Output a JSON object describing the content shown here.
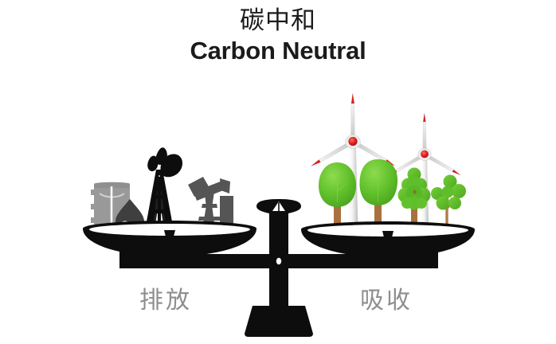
{
  "title": {
    "chinese": "碳中和",
    "english": "Carbon Neutral"
  },
  "labels": {
    "left": "排放",
    "right": "吸收"
  },
  "colors": {
    "background": "#ffffff",
    "title_text": "#1b1b1b",
    "label_text": "#8e8e8e",
    "scale_black": "#0d0d0d",
    "barrel_gray": "#999999",
    "oil_drop_dark": "#3f3f3f",
    "pumpjack_gray": "#555555",
    "derrick_black": "#0d0d0d",
    "tree_green": "#62c12c",
    "tree_green_light": "#7ed13f",
    "tree_green_dark": "#4faa22",
    "trunk_brown": "#a9713f",
    "turbine_white": "#f2f2f2",
    "turbine_gray": "#c9c9c9",
    "turbine_red": "#d81f1f"
  },
  "scene": {
    "left_pan": {
      "name": "emissions-pan",
      "items": [
        {
          "name": "oil-barrel",
          "label": "Oil barrel"
        },
        {
          "name": "oil-drop",
          "label": "Oil droplet"
        },
        {
          "name": "oil-derrick",
          "label": "Oil derrick with gushing oil"
        },
        {
          "name": "pumpjack",
          "label": "Pumpjack"
        }
      ]
    },
    "right_pan": {
      "name": "absorption-pan",
      "items": [
        {
          "name": "tree-broadleaf-1",
          "label": "Broadleaf tree"
        },
        {
          "name": "tree-broadleaf-2",
          "label": "Broadleaf tree"
        },
        {
          "name": "tree-conifer",
          "label": "Conifer tree"
        },
        {
          "name": "tree-shrub",
          "label": "Shrub tree"
        },
        {
          "name": "wind-turbine-1",
          "label": "Wind turbine"
        },
        {
          "name": "wind-turbine-2",
          "label": "Wind turbine"
        }
      ]
    },
    "balance": {
      "name": "balance-scale",
      "parts": [
        {
          "name": "balance-beam",
          "label": "Beam"
        },
        {
          "name": "balance-fulcrum",
          "label": "Fulcrum column"
        },
        {
          "name": "balance-pointer",
          "label": "Pointer needle"
        },
        {
          "name": "balance-base",
          "label": "Base"
        }
      ]
    }
  }
}
